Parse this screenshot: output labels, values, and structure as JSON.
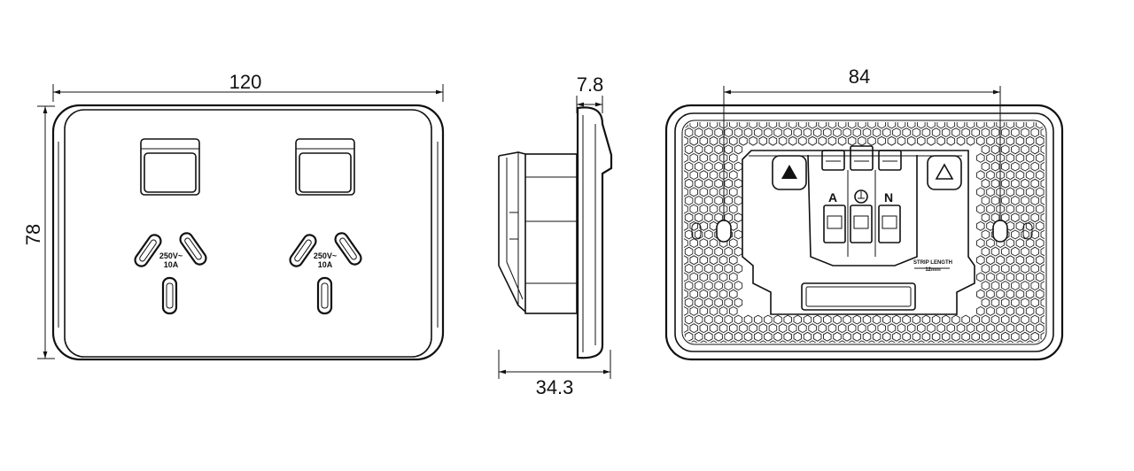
{
  "dimensions": {
    "front_width": "120",
    "front_height": "78",
    "side_thickness": "7.8",
    "side_depth": "34.3",
    "rear_mount_spacing": "84"
  },
  "front_view": {
    "socket_left_rating_voltage": "250V~",
    "socket_left_rating_current": "10A",
    "socket_right_rating_voltage": "250V~",
    "socket_right_rating_current": "10A"
  },
  "rear_view": {
    "terminal_active": "A",
    "terminal_earth": "⏚",
    "terminal_neutral": "N",
    "strip_length_label": "STRIP LENGTH",
    "strip_length_value": "12mm"
  }
}
